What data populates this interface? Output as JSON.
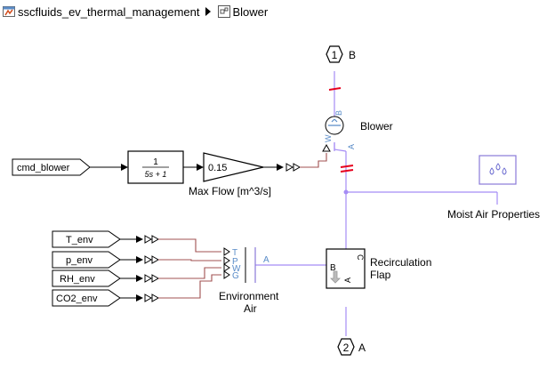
{
  "breadcrumb": {
    "model": "sscfluids_ev_thermal_management",
    "subsystem": "Blower",
    "model_icon": "simscape-model-icon",
    "subsystem_icon": "subsystem-icon",
    "separator_icon": "breadcrumb-arrow-icon"
  },
  "ports": {
    "b": {
      "number": "1",
      "label": "B"
    },
    "a": {
      "number": "2",
      "label": "A"
    }
  },
  "blower": {
    "name": "Blower",
    "port_b": "B",
    "port_a": "A",
    "input": "W"
  },
  "from_blocks": {
    "cmd_blower": "cmd_blower",
    "t_env": "T_env",
    "p_env": "p_env",
    "rh_env": "RH_env",
    "co2_env": "CO2_env"
  },
  "transfer_fcn": {
    "numerator": "1",
    "denominator": "5s + 1"
  },
  "gain": {
    "value": "0.15",
    "name": "Max Flow [m^3/s]"
  },
  "moist_air_properties": {
    "name": "Moist Air Properties"
  },
  "environment_air": {
    "name_line1": "Environment",
    "name_line2": "Air",
    "inputs": [
      "T",
      "P",
      "W",
      "G"
    ],
    "port": "A"
  },
  "recirculation_flap": {
    "name_line1": "Recirculation",
    "name_line2": "Flap",
    "port_b": "B",
    "port_a": "A",
    "port_c": "C"
  },
  "colors": {
    "physical_line": "#a58cf5",
    "signal_line": "#a05050",
    "fault_mark": "#e6001e",
    "block_border": "#000000",
    "moist_air_border": "#8a7ad8",
    "water_drop": "#6a6ad0"
  }
}
